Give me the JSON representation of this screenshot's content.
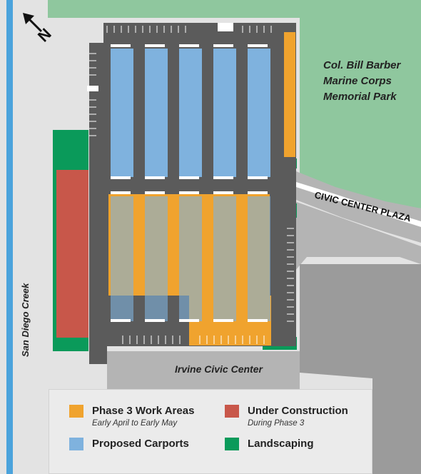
{
  "labels": {
    "park_lines": [
      "Col. Bill Barber",
      "Marine Corps",
      "Memorial Park"
    ],
    "street": "CIVIC CENTER PLAZA",
    "creek": "San Diego Creek",
    "civic_center": "Irvine Civic Center",
    "north": "N"
  },
  "legend": [
    {
      "title": "Phase 3 Work Areas",
      "subtitle": "Early April to Early May",
      "color": "#f0a32e"
    },
    {
      "title": "Under Construction",
      "subtitle": "During Phase 3",
      "color": "#c8574a"
    },
    {
      "title": "Proposed Carports",
      "subtitle": "",
      "color": "#7fb2de"
    },
    {
      "title": "Landscaping",
      "subtitle": "",
      "color": "#0a9a5a"
    }
  ],
  "colors": {
    "park": "#8fc79e",
    "lot": "#5b5b5b",
    "road": "#b4b4b4",
    "building": "#9b9b9b",
    "creek": "#4ba3dc"
  }
}
